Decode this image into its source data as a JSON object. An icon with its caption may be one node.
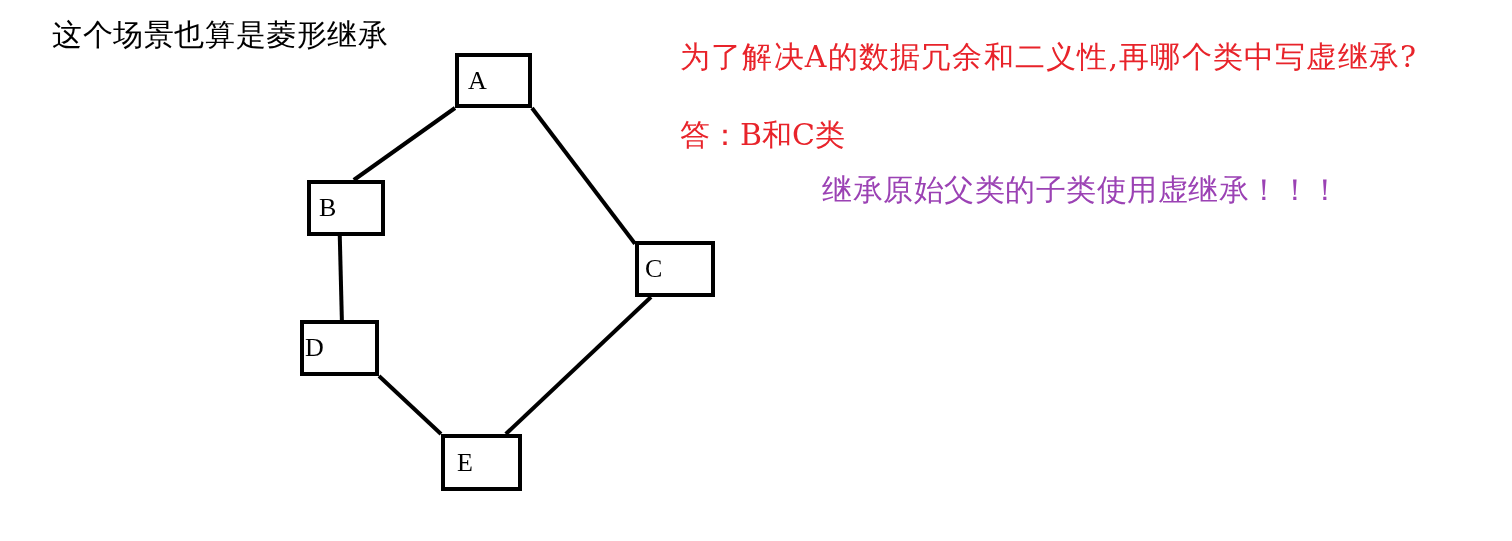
{
  "diagram": {
    "title": "这个场景也算是菱形继承",
    "nodes": [
      {
        "text": [
          "A"
        ]
      },
      {
        "text": [
          "B"
        ]
      },
      {
        "text": [
          "C"
        ]
      },
      {
        "text": [
          "D"
        ]
      },
      {
        "text": [
          "E"
        ]
      }
    ],
    "edges": [
      {
        "from": 0,
        "to": 1,
        "arrow": "none"
      },
      {
        "from": 0,
        "to": 2,
        "arrow": "none"
      },
      {
        "from": 1,
        "to": 3,
        "arrow": "none"
      },
      {
        "from": 3,
        "to": 4,
        "arrow": "none"
      },
      {
        "from": 2,
        "to": 4,
        "arrow": "none"
      }
    ],
    "labels": [
      "为了解决A的数据冗余和二义性,再哪个类中写虚继承?",
      "答：B和C类",
      "继承原始父类的子类使用虚继承！！！"
    ]
  }
}
